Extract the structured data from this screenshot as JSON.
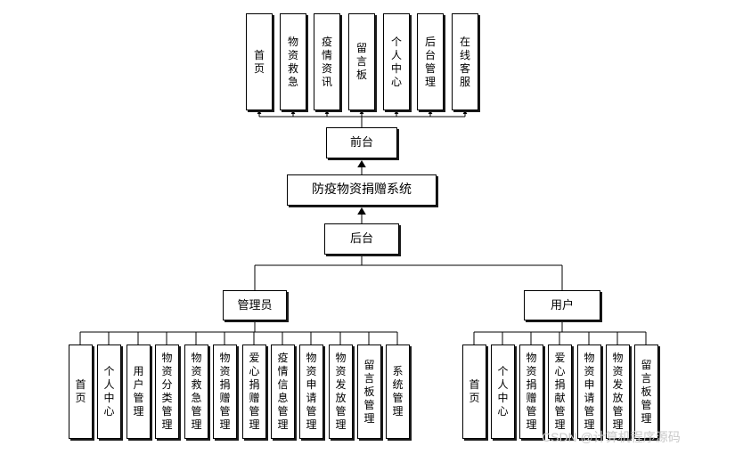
{
  "top_items": [
    "首页",
    "物资救急",
    "疫情资讯",
    "留言板",
    "个人中心",
    "后台管理",
    "在线客服"
  ],
  "frontend": "前台",
  "system": "防疫物资捐赠系统",
  "backend": "后台",
  "admin": {
    "label": "管理员",
    "items": [
      "首页",
      "个人中心",
      "用户管理",
      "物资分类管理",
      "物资救急管理",
      "物资捐赠管理",
      "爱心捐赠管理",
      "疫情信息管理",
      "物资申请管理",
      "物资发放管理",
      "留言板管理",
      "系统管理"
    ]
  },
  "user": {
    "label": "用户",
    "items": [
      "首页",
      "个人中心",
      "物资捐赠管理",
      "爱心捐献管理",
      "物资申请管理",
      "物资发放管理",
      "留言板管理"
    ]
  },
  "watermark": "CSDN @计算机程序源码"
}
